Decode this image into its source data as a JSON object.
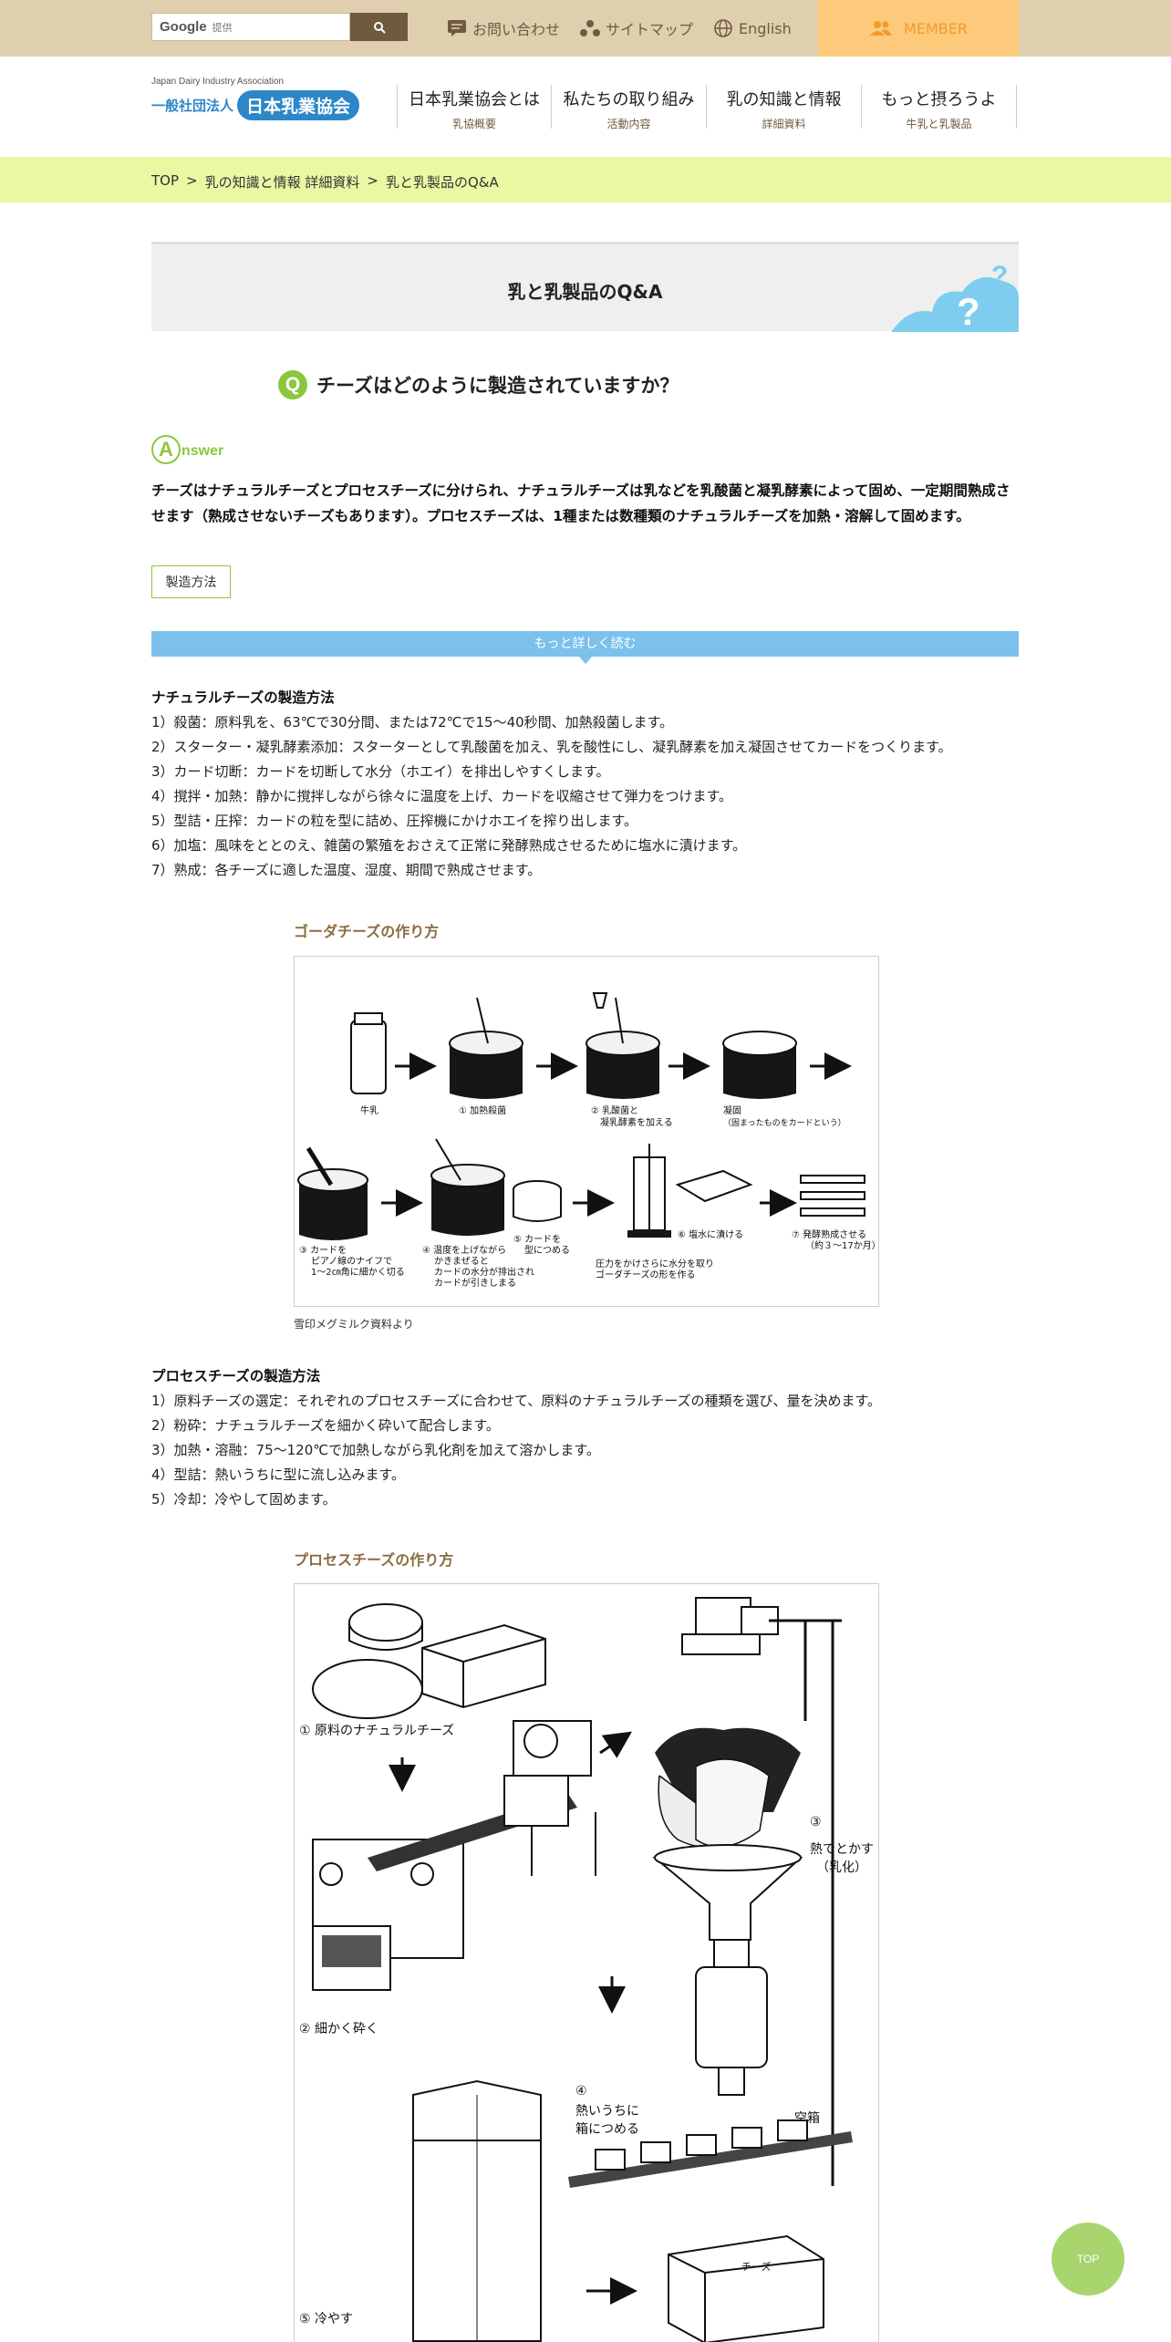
{
  "search": {
    "brand": "Google",
    "provided": "提供"
  },
  "utility": {
    "contact": "お問い合わせ",
    "sitemap": "サイトマップ",
    "english": "English",
    "member": "MEMBER"
  },
  "logo": {
    "en": "Japan Dairy Industry Association",
    "prefix": "一般社団法人",
    "name": "日本乳業協会"
  },
  "nav": [
    {
      "label": "日本乳業協会とは",
      "sub": "乳協概要"
    },
    {
      "label": "私たちの取り組み",
      "sub": "活動内容"
    },
    {
      "label": "乳の知識と情報",
      "sub": "詳細資料"
    },
    {
      "label": "もっと摂ろうよ",
      "sub": "牛乳と乳製品"
    }
  ],
  "breadcrumb": [
    "TOP",
    "乳の知識と情報 詳細資料",
    "乳と乳製品のQ&A"
  ],
  "breadcrumb_sep": ">",
  "page_title": "乳と乳製品のQ&A",
  "question": {
    "badge": "Q",
    "text": "チーズはどのように製造されていますか？"
  },
  "answer": {
    "badge": "A",
    "label_rest": "nswer",
    "text": "チーズはナチュラルチーズとプロセスチーズに分けられ、ナチュラルチーズは乳などを乳酸菌と凝乳酵素によって固め、一定期間熟成させます（熟成させないチーズもあります）。プロセスチーズは、1種または数種類のナチュラルチーズを加熱・溶解して固めます。",
    "tag": "製造方法"
  },
  "more_label": "もっと詳しく読む",
  "natural": {
    "heading": "ナチュラルチーズの製造方法",
    "steps": [
      "1）殺菌：原料乳を、63℃で30分間、または72℃で15～40秒間、加熱殺菌します。",
      "2）スターター・凝乳酵素添加：スターターとして乳酸菌を加え、乳を酸性にし、凝乳酵素を加え凝固させてカードをつくります。",
      "3）カード切断：カードを切断して水分（ホエイ）を排出しやすくします。",
      "4）撹拌・加熱：静かに撹拌しながら徐々に温度を上げ、カードを収縮させて弾力をつけます。",
      "5）型詰・圧搾：カードの粒を型に詰め、圧搾機にかけホエイを搾り出します。",
      "6）加塩：風味をととのえ、雑菌の繁殖をおさえて正常に発酵熟成させるために塩水に漬けます。",
      "7）熟成：各チーズに適した温度、湿度、期間で熟成させます。"
    ],
    "figure_title": "ゴーダチーズの作り方",
    "figure_labels": {
      "milk": "牛乳",
      "step1": "① 加熱殺菌",
      "step2a": "② 乳酸菌と",
      "step2b": "凝乳酵素を加える",
      "curd_a": "凝固",
      "curd_b": "（固まったものをカードという）",
      "step3a": "③ カードを",
      "step3b": "ピアノ線のナイフで",
      "step3c": "1～2㎝角に細かく切る",
      "step4a": "④ 温度を上げながら",
      "step4b": "かきまぜると",
      "step4c": "カードの水分が排出され",
      "step4d": "カードが引きしまる",
      "step5a": "⑤ カードを",
      "step5b": "型につめる",
      "press_a": "圧力をかけさらに水分を取り",
      "press_b": "ゴーダチーズの形を作る",
      "step6": "⑥ 塩水に漬ける",
      "step7a": "⑦ 発酵熟成させる",
      "step7b": "（約３～17か月）"
    },
    "figure_caption": "雪印メグミルク資料より"
  },
  "process": {
    "heading": "プロセスチーズの製造方法",
    "steps": [
      "1）原料チーズの選定：それぞれのプロセスチーズに合わせて、原料のナチュラルチーズの種類を選び、量を決めます。",
      "2）粉砕：ナチュラルチーズを細かく砕いて配合します。",
      "3）加熱・溶融：75～120℃で加熱しながら乳化剤を加えて溶かします。",
      "4）型詰：熱いうちに型に流し込みます。",
      "5）冷却：冷やして固めます。"
    ],
    "figure_title": "プロセスチーズの作り方",
    "figure_labels": {
      "step1": "① 原料のナチュラルチーズ",
      "step2": "② 細かく砕く",
      "step3a": "③",
      "step3b": "熱でとかす",
      "step3c": "（乳化）",
      "step4a": "④",
      "step4b": "熱いうちに",
      "step4c": "箱につめる",
      "empty_box": "空箱",
      "step5": "⑤ 冷やす",
      "box_label": "チーズ"
    }
  },
  "top_button": "TOP",
  "colors": {
    "topbar": "#dfcfae",
    "member": "#fcca7a",
    "breadcrumb_bg": "#eaf7a3",
    "accent_green": "#8cc63f",
    "more_bar": "#7bc1ec",
    "brown_text": "#8b6c3e"
  }
}
